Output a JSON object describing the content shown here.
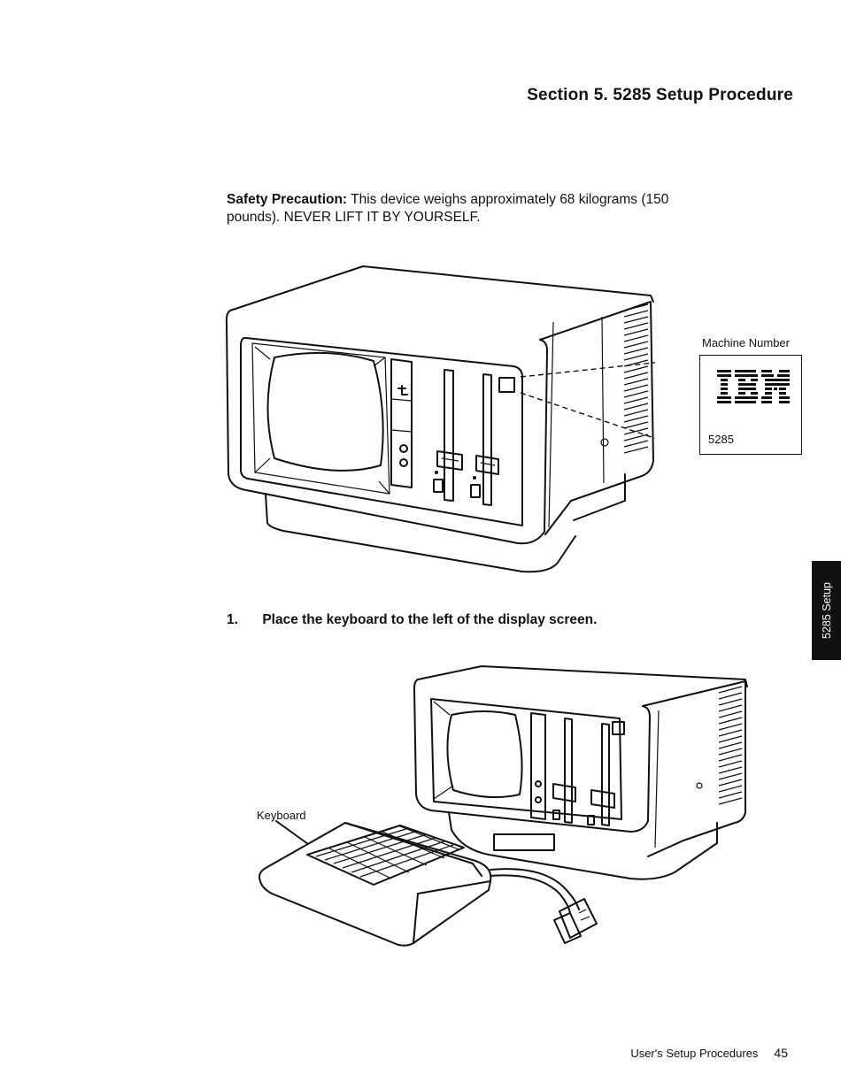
{
  "header": {
    "section_title": "Section 5. 5285 Setup Procedure"
  },
  "safety": {
    "label": "Safety Precaution:",
    "text": "This device weighs approximately 68 kilograms (150 pounds). NEVER LIFT IT BY YOURSELF."
  },
  "figure1": {
    "machine_number_label": "Machine Number",
    "logo_text": "IBM",
    "model_number": "5285"
  },
  "step1": {
    "number": "1.",
    "text": "Place the keyboard to the left of the display screen."
  },
  "figure2": {
    "keyboard_label": "Keyboard"
  },
  "side_tab": {
    "text": "5285 Setup"
  },
  "footer": {
    "title": "User's Setup Procedures",
    "page_number": "45"
  }
}
